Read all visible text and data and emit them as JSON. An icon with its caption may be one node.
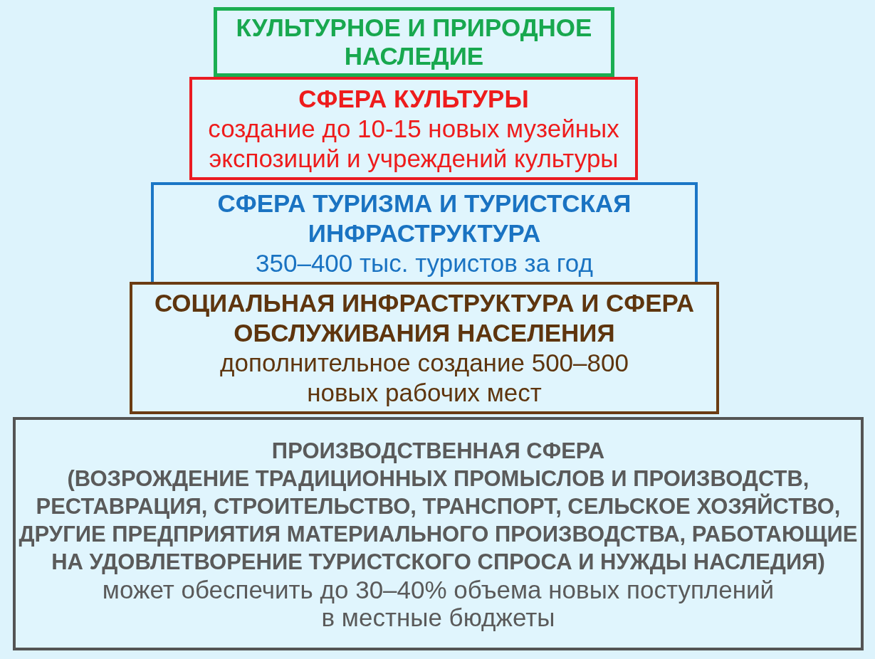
{
  "diagram": {
    "nodes": [
      {
        "text": [
          "КУЛЬТУРНОЕ И ПРИРОДНОЕ НАСЛЕДИЕ"
        ]
      },
      {
        "text": [
          "СФЕРА КУЛЬТУРЫ",
          "создание до 10-15 новых музейных экспозиций и учреждений культуры"
        ]
      },
      {
        "text": [
          "СФЕРА ТУРИЗМА И ТУРИСТСКАЯ ИНФРАСТРУКТУРА",
          "350–400 тыс. туристов за год"
        ]
      },
      {
        "text": [
          "СОЦИАЛЬНАЯ ИНФРАСТРУКТУРА И СФЕРА ОБСЛУЖИВАНИЯ НАСЕЛЕНИЯ",
          "дополнительное создание 500–800 новых рабочих мест"
        ]
      },
      {
        "text": [
          "ПРОИЗВОДСТВЕННАЯ СФЕРА",
          "(ВОЗРОЖДЕНИЕ ТРАДИЦИОННЫХ ПРОМЫСЛОВ И ПРОИЗВОДСТВ, РЕСТАВРАЦИЯ, СТРОИТЕЛЬСТВО, ТРАНСПОРТ, СЕЛЬСКОЕ ХОЗЯЙСТВО, ДРУГИЕ ПРЕДПРИЯТИЯ МАТЕРИАЛЬНОГО ПРОИЗВОДСТВА, РАБОТАЮЩИЕ НА УДОВЛЕТВОРЕНИЕ ТУРИСТСКОГО СПРОСА И НУЖДЫ НАСЛЕДИЯ)",
          "может обеспечить до 30–40% объема новых поступлений в местные бюджеты"
        ]
      }
    ]
  }
}
